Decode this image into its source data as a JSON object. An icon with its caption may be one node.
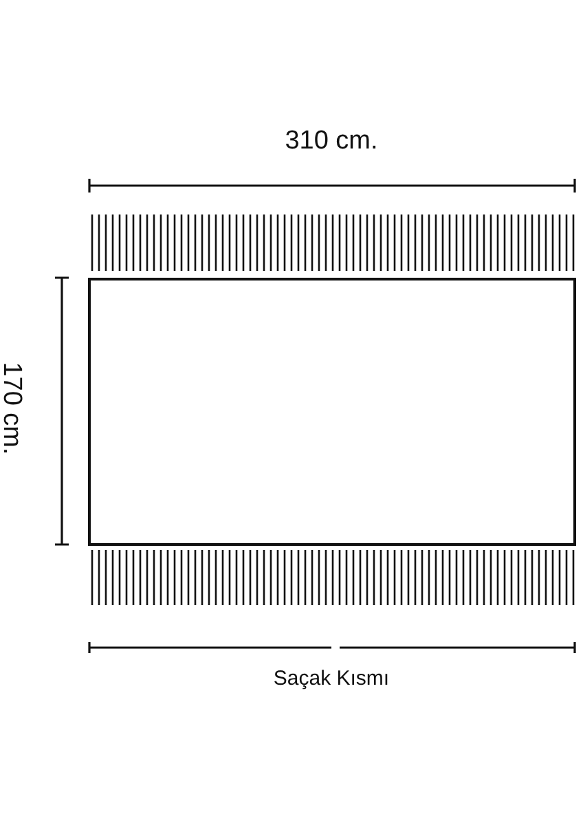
{
  "diagram": {
    "labels": [
      "310 cm.",
      "170 cm.",
      "Saçak Kısmı"
    ]
  }
}
